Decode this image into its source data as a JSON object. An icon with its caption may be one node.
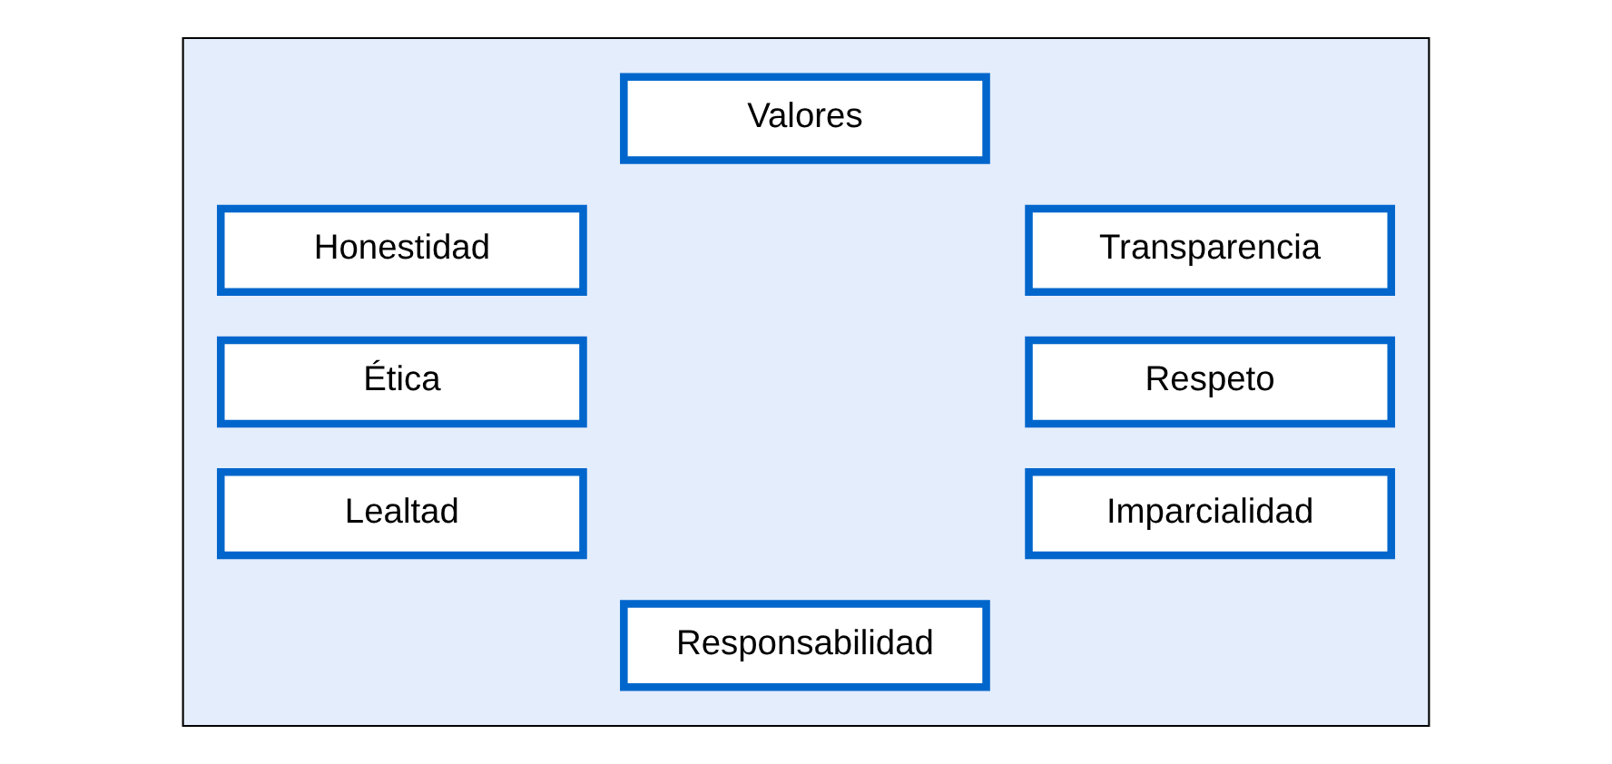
{
  "diagram": {
    "nodes": [
      {
        "text": [],
        "shape": "box"
      },
      {
        "text": [
          "Valores"
        ],
        "in": 0
      },
      {
        "text": [
          "Honestidad"
        ],
        "in": 0
      },
      {
        "text": [
          "Transparencia"
        ],
        "in": 0
      },
      {
        "text": [
          "Ética"
        ],
        "in": 0
      },
      {
        "text": [
          "Respeto"
        ],
        "in": 0
      },
      {
        "text": [
          "Lealtad"
        ],
        "in": 0
      },
      {
        "text": [
          "Imparcialidad"
        ],
        "in": 0
      },
      {
        "text": [
          "Responsabilidad"
        ],
        "in": 0
      }
    ]
  }
}
